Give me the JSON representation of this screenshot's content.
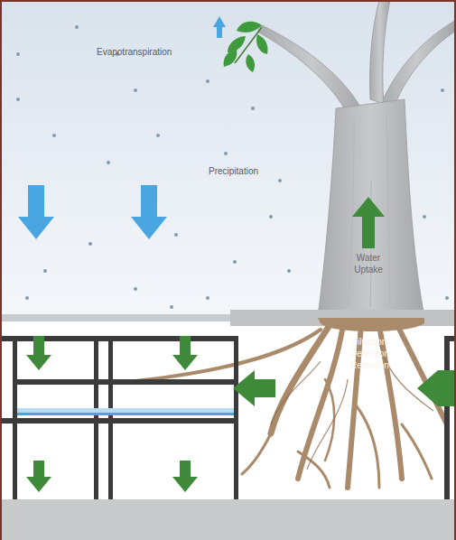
{
  "diagram": {
    "labels": [
      "Evapotranspiration",
      "Precipitation",
      "Water Uptake",
      "Filtration",
      "Detention",
      "Retention"
    ]
  }
}
